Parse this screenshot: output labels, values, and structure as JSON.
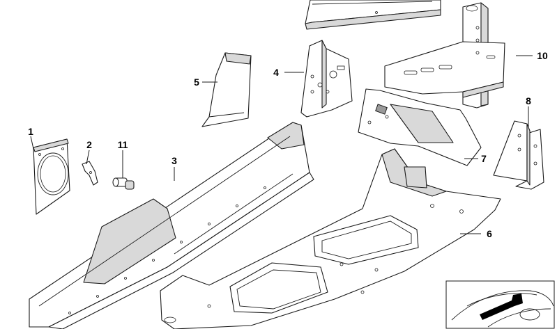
{
  "callouts": [
    {
      "id": "1",
      "text": "1"
    },
    {
      "id": "2",
      "text": "2"
    },
    {
      "id": "3",
      "text": "3"
    },
    {
      "id": "4",
      "text": "4"
    },
    {
      "id": "5",
      "text": "5"
    },
    {
      "id": "6",
      "text": "6"
    },
    {
      "id": "7",
      "text": "7"
    },
    {
      "id": "8",
      "text": "8"
    },
    {
      "id": "10",
      "text": "10"
    },
    {
      "id": "11",
      "text": "11"
    }
  ],
  "colors": {
    "line": "#1a1a1a",
    "shade": "#d9d9d9",
    "background": "#ffffff"
  }
}
